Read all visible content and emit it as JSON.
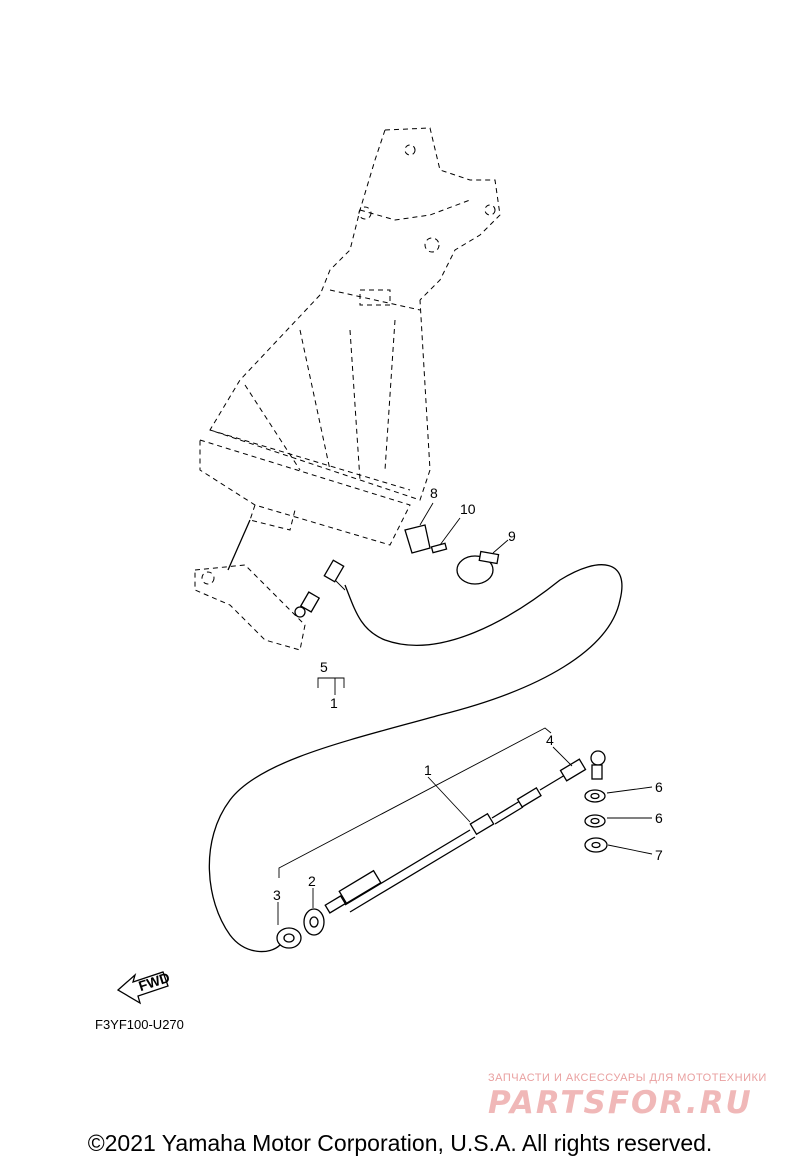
{
  "diagram": {
    "callouts": [
      "1",
      "2",
      "3",
      "4",
      "5",
      "6",
      "6",
      "7",
      "8",
      "9",
      "10",
      "1"
    ],
    "fwd_label": "FWD",
    "code": "F3YF100-U270"
  },
  "watermark": {
    "line1": "ЗАПЧАСТИ И АКСЕССУАРЫ ДЛЯ МОТОТЕХНИКИ",
    "line2": "PARTSFOR.RU"
  },
  "copyright": "©2021 Yamaha Motor Corporation, U.S.A. All rights reserved."
}
